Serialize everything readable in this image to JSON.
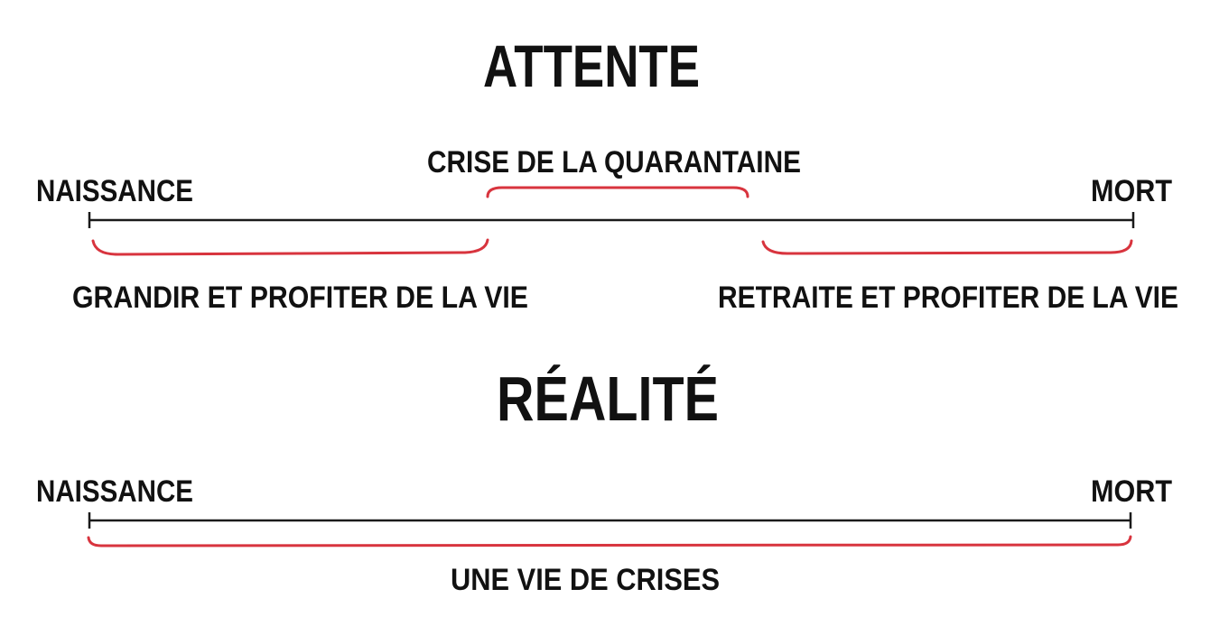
{
  "colors": {
    "ink": "#111111",
    "brace": "#d8343e"
  },
  "expectation": {
    "title": "ATTENTE",
    "start": "NAISSANCE",
    "end": "MORT",
    "midlife": "CRISE DE LA QUARANTAINE",
    "early": "GRANDIR ET PROFITER DE LA VIE",
    "late": "RETRAITE ET PROFITER DE LA VIE"
  },
  "reality": {
    "title": "RÉALITÉ",
    "start": "NAISSANCE",
    "end": "MORT",
    "whole": "UNE VIE DE CRISES"
  }
}
